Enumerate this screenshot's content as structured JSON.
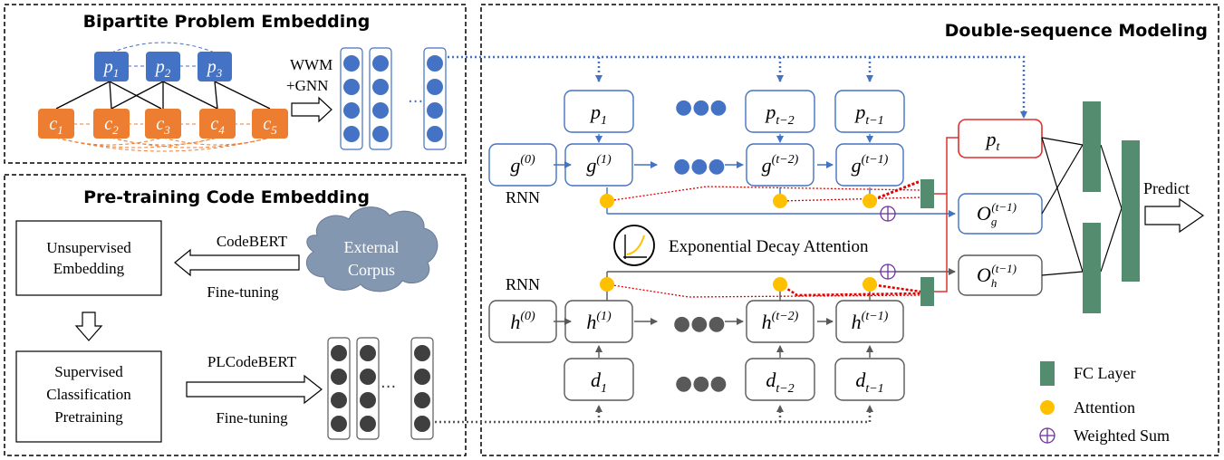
{
  "panels": {
    "bipartite": "Bipartite Problem Embedding",
    "pretraining": "Pre-training Code Embedding",
    "double": "Double-sequence Modeling"
  },
  "bipartite": {
    "problems": [
      "p",
      "p",
      "p"
    ],
    "problem_subs": [
      "1",
      "2",
      "3"
    ],
    "codes": [
      "c",
      "c",
      "c",
      "c",
      "c"
    ],
    "code_subs": [
      "1",
      "2",
      "3",
      "4",
      "5"
    ],
    "method_line1": "WWM",
    "method_line2": "+GNN"
  },
  "pretraining": {
    "unsup_line1": "Unsupervised",
    "unsup_line2": "Embedding",
    "external_line1": "External",
    "external_line2": "Corpus",
    "codebert": "CodeBERT",
    "finetune1": "Fine-tuning",
    "sup_line1": "Supervised",
    "sup_line2": "Classification",
    "sup_line3": "Pretraining",
    "plcodebert": "PLCodeBERT",
    "finetune2": "Fine-tuning"
  },
  "double": {
    "rnn_top": "RNN",
    "rnn_bottom": "RNN",
    "attention_label": "Exponential Decay Attention",
    "predict": "Predict",
    "p_row": [
      "p",
      "p",
      "p"
    ],
    "p_row_subs": [
      "1",
      "t−2",
      "t−1"
    ],
    "g_row": [
      "g",
      "g",
      "g",
      "g"
    ],
    "g_row_sups": [
      "(0)",
      "(1)",
      "(t−2)",
      "(t−1)"
    ],
    "h_row": [
      "h",
      "h",
      "h",
      "h"
    ],
    "h_row_sups": [
      "(0)",
      "(1)",
      "(t−2)",
      "(t−1)"
    ],
    "d_row": [
      "d",
      "d",
      "d"
    ],
    "d_row_subs": [
      "1",
      "t−2",
      "t−1"
    ],
    "pt": "p",
    "pt_sub": "t",
    "og": "O",
    "og_sub": "g",
    "og_sup": "(t−1)",
    "oh": "O",
    "oh_sub": "h",
    "oh_sup": "(t−1)"
  },
  "legend": {
    "fc": "FC Layer",
    "attention": "Attention",
    "weighted_sum": "Weighted Sum"
  },
  "colors": {
    "problem_blue": "#4472c4",
    "code_orange": "#ed7d31",
    "fc_green": "#548c6f",
    "attention_yellow": "#ffc000",
    "attention_line_red": "#e00000",
    "pt_border_red": "#e03030",
    "weighted_sum_purple": "#7030a0",
    "cloud_blue": "#8497b0",
    "code_dot_gray": "#3f3f3f"
  }
}
